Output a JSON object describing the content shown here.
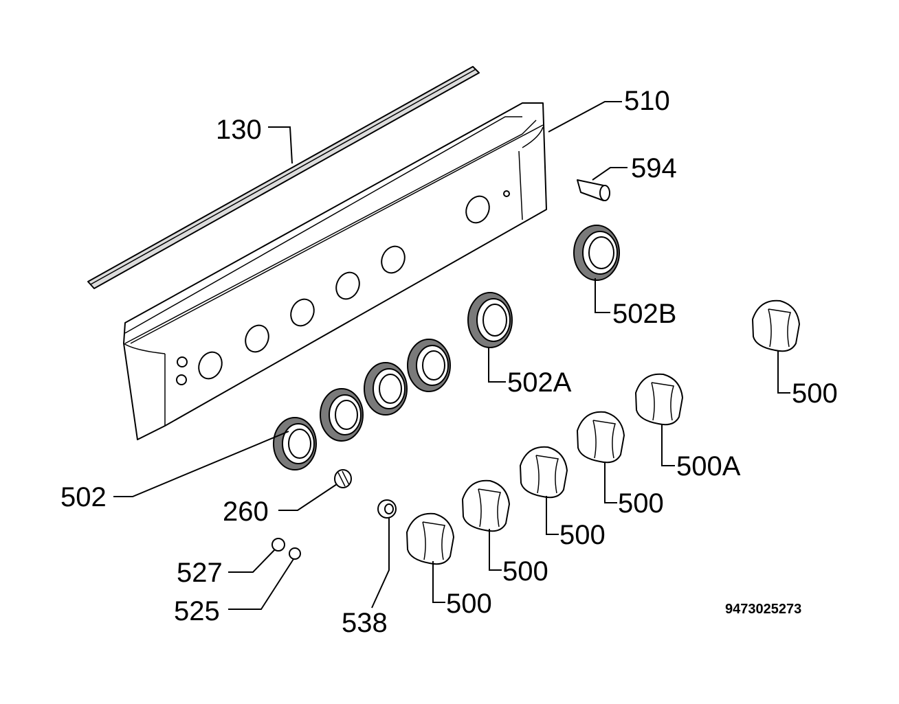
{
  "diagram": {
    "drawing_number": "9473025273",
    "labels": {
      "gasket": "130",
      "panel": "510",
      "indicator_lamp": "594",
      "ring_b": "502B",
      "ring_a": "502A",
      "rings": "502",
      "spring": "260",
      "insert_527": "527",
      "insert_525": "525",
      "bush": "538",
      "knob_top_right": "500",
      "knob_a": "500A",
      "knob_4": "500",
      "knob_3": "500",
      "knob_2": "500",
      "knob_1": "500"
    }
  }
}
